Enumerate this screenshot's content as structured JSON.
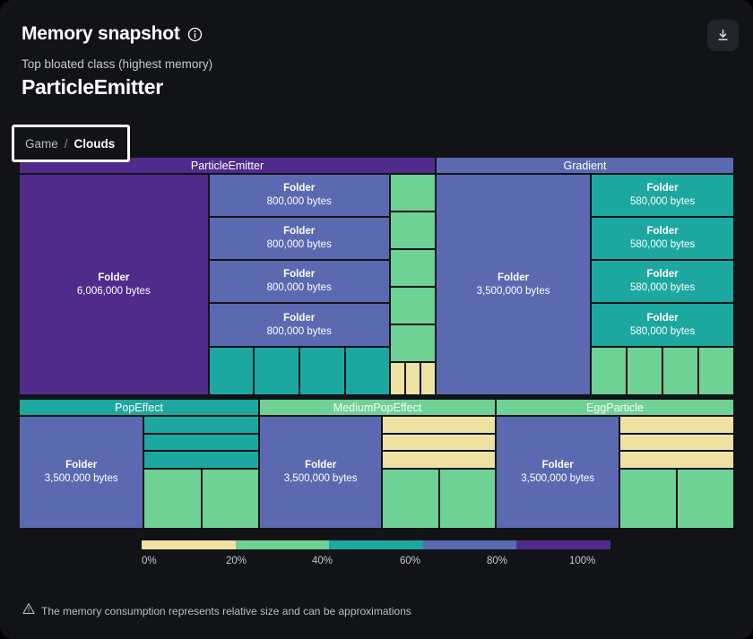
{
  "header": {
    "title": "Memory snapshot",
    "info_icon": "info-circle-icon",
    "subtitle": "Top bloated class (highest memory)",
    "top_class": "ParticleEmitter",
    "download_icon": "download-icon"
  },
  "breadcrumb": {
    "items": [
      {
        "label": "Game",
        "current": false
      },
      {
        "label": "Clouds",
        "current": true
      }
    ],
    "separator": "/"
  },
  "colors": {
    "background": "#121317",
    "band_0_20": "#EFE1A2",
    "band_20_40": "#6ED295",
    "band_40_60": "#1CA8A0",
    "band_60_80": "#5B6AB0",
    "band_80_100": "#512B8C",
    "border": "#121317",
    "text": "#FFFFFF"
  },
  "legend": {
    "bands": [
      "#EFE1A2",
      "#6ED295",
      "#1CA8A0",
      "#5B6AB0",
      "#512B8C"
    ],
    "ticks": [
      "0%",
      "20%",
      "40%",
      "60%",
      "80%",
      "100%"
    ]
  },
  "footer": {
    "warning_icon": "warning-triangle-icon",
    "text": "The memory consumption represents relative size and can be approximations"
  },
  "chart_data": {
    "type": "treemap",
    "title": "Memory snapshot",
    "unit": "bytes",
    "groups": [
      {
        "name": "ParticleEmitter",
        "header_color": "#512B8C",
        "cells": [
          {
            "label": "Folder",
            "value": "6,006,000 bytes",
            "bytes": 6006000,
            "color": "#512B8C",
            "show_text": true
          },
          {
            "label": "Folder",
            "value": "800,000 bytes",
            "bytes": 800000,
            "color": "#5B6AB0",
            "show_text": true
          },
          {
            "label": "Folder",
            "value": "800,000 bytes",
            "bytes": 800000,
            "color": "#5B6AB0",
            "show_text": true
          },
          {
            "label": "Folder",
            "value": "800,000 bytes",
            "bytes": 800000,
            "color": "#5B6AB0",
            "show_text": true
          },
          {
            "label": "Folder",
            "value": "800,000 bytes",
            "bytes": 800000,
            "color": "#5B6AB0",
            "show_text": true
          },
          {
            "label": "Folder",
            "value": "",
            "bytes": 300000,
            "color": "#1CA8A0",
            "show_text": false
          },
          {
            "label": "Folder",
            "value": "",
            "bytes": 300000,
            "color": "#1CA8A0",
            "show_text": false
          },
          {
            "label": "Folder",
            "value": "",
            "bytes": 300000,
            "color": "#1CA8A0",
            "show_text": false
          },
          {
            "label": "Folder",
            "value": "",
            "bytes": 300000,
            "color": "#1CA8A0",
            "show_text": false
          },
          {
            "label": "Folder",
            "value": "",
            "bytes": 160000,
            "color": "#6ED295",
            "show_text": false
          },
          {
            "label": "Folder",
            "value": "",
            "bytes": 160000,
            "color": "#6ED295",
            "show_text": false
          },
          {
            "label": "Folder",
            "value": "",
            "bytes": 160000,
            "color": "#6ED295",
            "show_text": false
          },
          {
            "label": "Folder",
            "value": "",
            "bytes": 160000,
            "color": "#6ED295",
            "show_text": false
          },
          {
            "label": "Folder",
            "value": "",
            "bytes": 160000,
            "color": "#6ED295",
            "show_text": false
          },
          {
            "label": "Folder",
            "value": "",
            "bytes": 40000,
            "color": "#EFE1A2",
            "show_text": false
          },
          {
            "label": "Folder",
            "value": "",
            "bytes": 40000,
            "color": "#EFE1A2",
            "show_text": false
          },
          {
            "label": "Folder",
            "value": "",
            "bytes": 40000,
            "color": "#EFE1A2",
            "show_text": false
          }
        ]
      },
      {
        "name": "Gradient",
        "header_color": "#5B6AB0",
        "cells": [
          {
            "label": "Folder",
            "value": "3,500,000 bytes",
            "bytes": 3500000,
            "color": "#5B6AB0",
            "show_text": true
          },
          {
            "label": "Folder",
            "value": "580,000 bytes",
            "bytes": 580000,
            "color": "#1CA8A0",
            "show_text": true
          },
          {
            "label": "Folder",
            "value": "580,000 bytes",
            "bytes": 580000,
            "color": "#1CA8A0",
            "show_text": true
          },
          {
            "label": "Folder",
            "value": "580,000 bytes",
            "bytes": 580000,
            "color": "#1CA8A0",
            "show_text": true
          },
          {
            "label": "Folder",
            "value": "580,000 bytes",
            "bytes": 580000,
            "color": "#1CA8A0",
            "show_text": true
          },
          {
            "label": "Folder",
            "value": "",
            "bytes": 150000,
            "color": "#6ED295",
            "show_text": false
          },
          {
            "label": "Folder",
            "value": "",
            "bytes": 150000,
            "color": "#6ED295",
            "show_text": false
          },
          {
            "label": "Folder",
            "value": "",
            "bytes": 150000,
            "color": "#6ED295",
            "show_text": false
          },
          {
            "label": "Folder",
            "value": "",
            "bytes": 150000,
            "color": "#6ED295",
            "show_text": false
          }
        ]
      },
      {
        "name": "PopEffect",
        "header_color": "#1CA8A0",
        "cells": [
          {
            "label": "Folder",
            "value": "3,500,000 bytes",
            "bytes": 3500000,
            "color": "#5B6AB0",
            "show_text": true
          },
          {
            "label": "Folder",
            "value": "",
            "bytes": 400000,
            "color": "#1CA8A0",
            "show_text": false
          },
          {
            "label": "Folder",
            "value": "",
            "bytes": 400000,
            "color": "#1CA8A0",
            "show_text": false
          },
          {
            "label": "Folder",
            "value": "",
            "bytes": 400000,
            "color": "#1CA8A0",
            "show_text": false
          },
          {
            "label": "Folder",
            "value": "",
            "bytes": 250000,
            "color": "#6ED295",
            "show_text": false
          },
          {
            "label": "Folder",
            "value": "",
            "bytes": 250000,
            "color": "#6ED295",
            "show_text": false
          }
        ]
      },
      {
        "name": "MediumPopEffect",
        "header_color": "#6ED295",
        "cells": [
          {
            "label": "Folder",
            "value": "3,500,000 bytes",
            "bytes": 3500000,
            "color": "#5B6AB0",
            "show_text": true
          },
          {
            "label": "Folder",
            "value": "",
            "bytes": 300000,
            "color": "#EFE1A2",
            "show_text": false
          },
          {
            "label": "Folder",
            "value": "",
            "bytes": 300000,
            "color": "#EFE1A2",
            "show_text": false
          },
          {
            "label": "Folder",
            "value": "",
            "bytes": 300000,
            "color": "#EFE1A2",
            "show_text": false
          },
          {
            "label": "Folder",
            "value": "",
            "bytes": 250000,
            "color": "#6ED295",
            "show_text": false
          },
          {
            "label": "Folder",
            "value": "",
            "bytes": 250000,
            "color": "#6ED295",
            "show_text": false
          }
        ]
      },
      {
        "name": "EggParticle",
        "header_color": "#6ED295",
        "cells": [
          {
            "label": "Folder",
            "value": "3,500,000 bytes",
            "bytes": 3500000,
            "color": "#5B6AB0",
            "show_text": true
          },
          {
            "label": "Folder",
            "value": "",
            "bytes": 300000,
            "color": "#EFE1A2",
            "show_text": false
          },
          {
            "label": "Folder",
            "value": "",
            "bytes": 300000,
            "color": "#EFE1A2",
            "show_text": false
          },
          {
            "label": "Folder",
            "value": "",
            "bytes": 300000,
            "color": "#EFE1A2",
            "show_text": false
          },
          {
            "label": "Folder",
            "value": "",
            "bytes": 250000,
            "color": "#6ED295",
            "show_text": false
          },
          {
            "label": "Folder",
            "value": "",
            "bytes": 250000,
            "color": "#6ED295",
            "show_text": false
          }
        ]
      }
    ]
  }
}
